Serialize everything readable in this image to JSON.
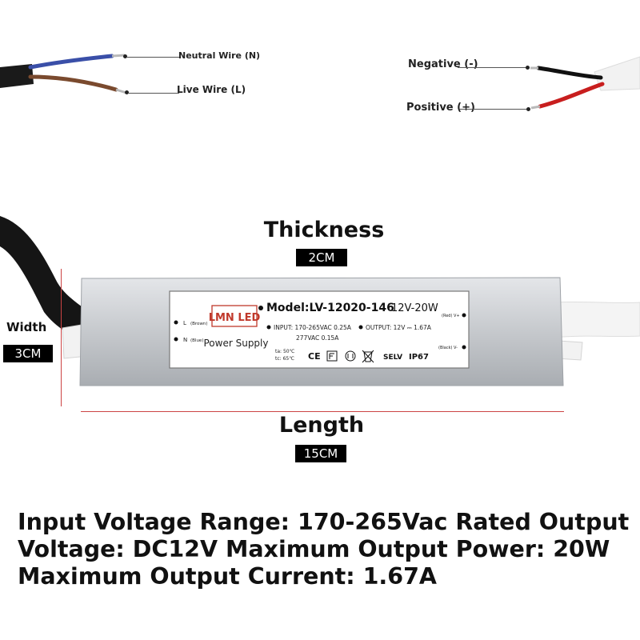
{
  "wires": {
    "neutral": "Neutral Wire (N)",
    "live": "Live Wire (L)",
    "negative": "Negative (-)",
    "positive": "Positive (+)"
  },
  "dimensions": {
    "thickness_label": "Thickness",
    "thickness_value": "2CM",
    "width_label": "Width",
    "width_value": "3CM",
    "length_label": "Length",
    "length_value": "15CM"
  },
  "device_label": {
    "brand": "LMN LED",
    "product": "Power Supply",
    "model": "Model:LV-12020-146",
    "rating": "12V-20W",
    "terminal_l": "L",
    "terminal_l_color": "(Brown)",
    "terminal_n": "N",
    "terminal_n_color": "(Blue)",
    "terminal_vplus": "(Red) V+",
    "terminal_vminus": "(Black) V-",
    "input_line1": "INPUT: 170-265VAC  0.25A",
    "input_line2": "277VAC      0.15A",
    "output": "OUTPUT: 12V ⎓ 1.67A",
    "ta": "ta: 50℃",
    "tc": "tc: 65℃",
    "ce": "CE",
    "selv": "SELV",
    "ip": "IP67"
  },
  "specs": {
    "line1": "Input Voltage Range: 170-265Vac Rated Output",
    "line2": "Voltage: DC12V Maximum Output Power: 20W",
    "line3": "Maximum Output Current: 1.67A"
  },
  "colors": {
    "wire_blue": "#3a4fa8",
    "wire_brown": "#7a4a2e",
    "wire_red": "#c81e1e",
    "wire_black": "#111111",
    "housing": "#c9ccd0",
    "brand_red": "#c0392b"
  }
}
